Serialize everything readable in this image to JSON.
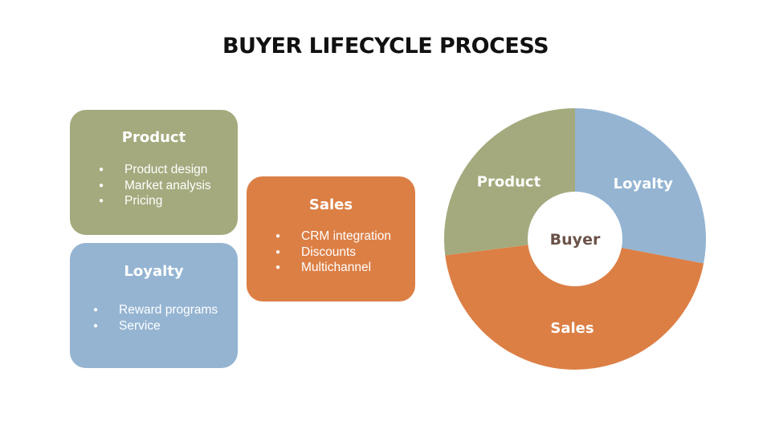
{
  "title": "BUYER LIFECYCLE PROCESS",
  "cards": {
    "product": {
      "title": "Product",
      "items": [
        "Product design",
        "Market analysis",
        "Pricing"
      ],
      "color": "#a4aa7d"
    },
    "loyalty": {
      "title": "Loyalty",
      "items": [
        "Reward programs",
        "Service"
      ],
      "color": "#94b4d2"
    },
    "sales": {
      "title": "Sales",
      "items": [
        "CRM integration",
        "Discounts",
        "Multichannel"
      ],
      "color": "#dc7f45"
    }
  },
  "cycle": {
    "center": "Buyer",
    "center_color": "#6b5248",
    "segments": [
      {
        "label": "Loyalty",
        "share": 0.28,
        "color": "#94b4d2"
      },
      {
        "label": "Sales",
        "share": 0.45,
        "color": "#dc7f45"
      },
      {
        "label": "Product",
        "share": 0.27,
        "color": "#a4aa7d"
      }
    ]
  }
}
